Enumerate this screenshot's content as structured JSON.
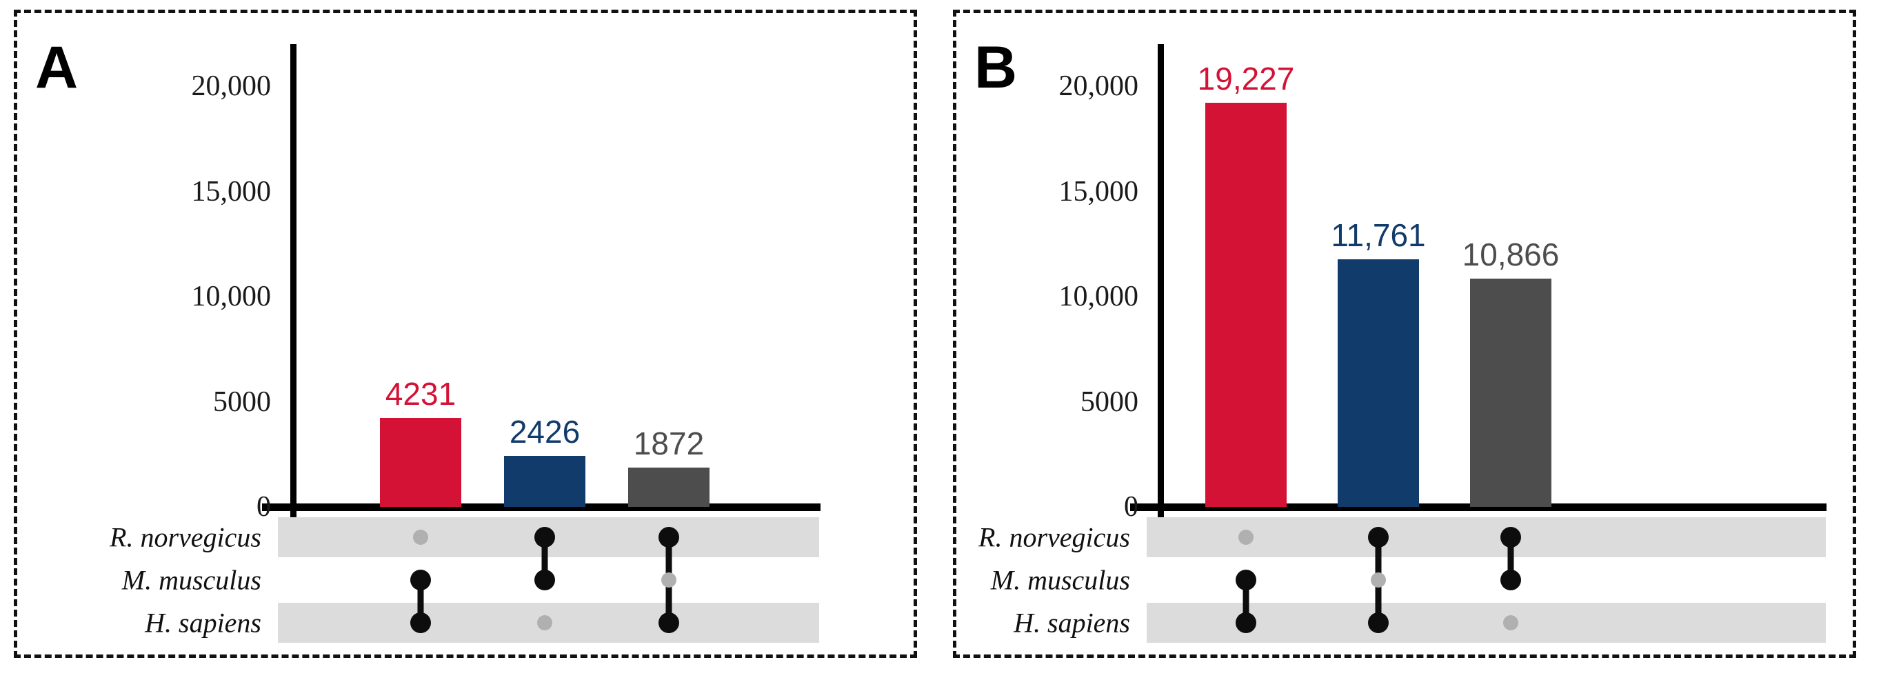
{
  "figure": {
    "panels": [
      {
        "letter": "A",
        "chart_data": {
          "type": "bar",
          "title": "",
          "xlabel": "",
          "ylabel": "",
          "ylim": [
            0,
            22000
          ],
          "grid": false,
          "legend": "none",
          "yticks": [
            "0",
            "5000",
            "10,000",
            "15,000",
            "20,000"
          ],
          "ytick_values": [
            0,
            5000,
            10000,
            15000,
            20000
          ],
          "categories": [
            "M. musculus & H. sapiens",
            "R. norvegicus & M. musculus",
            "R. norvegicus & H. sapiens"
          ],
          "values": [
            4231,
            2426,
            1872
          ],
          "value_labels": [
            "4231",
            "2426",
            "1872"
          ],
          "bar_colors": [
            "#D41235",
            "#103B6B",
            "#4D4D4D"
          ],
          "set_names": [
            "R. norvegicus",
            "M. musculus",
            "H. sapiens"
          ],
          "membership": [
            [
              false,
              true,
              true
            ],
            [
              true,
              true,
              false
            ],
            [
              true,
              false,
              true
            ]
          ]
        }
      },
      {
        "letter": "B",
        "chart_data": {
          "type": "bar",
          "title": "",
          "xlabel": "",
          "ylabel": "",
          "ylim": [
            0,
            22000
          ],
          "grid": false,
          "legend": "none",
          "yticks": [
            "0",
            "5000",
            "10,000",
            "15,000",
            "20,000"
          ],
          "ytick_values": [
            0,
            5000,
            10000,
            15000,
            20000
          ],
          "categories": [
            "M. musculus & H. sapiens",
            "R. norvegicus & H. sapiens",
            "R. norvegicus & M. musculus"
          ],
          "values": [
            19227,
            11761,
            10866
          ],
          "value_labels": [
            "19,227",
            "11,761",
            "10,866"
          ],
          "bar_colors": [
            "#D41235",
            "#103B6B",
            "#4D4D4D"
          ],
          "set_names": [
            "R. norvegicus",
            "M. musculus",
            "H. sapiens"
          ],
          "membership": [
            [
              false,
              true,
              true
            ],
            [
              true,
              false,
              true
            ],
            [
              true,
              true,
              false
            ]
          ]
        }
      }
    ],
    "colors": {
      "red": "#D41235",
      "blue": "#103B6B",
      "gray": "#4D4D4D",
      "dot_on": "#0d0d0d",
      "dot_off": "#b0b0b0",
      "stripe": "#dcdcdc",
      "axis": "#000000",
      "frame": "#111111"
    }
  }
}
